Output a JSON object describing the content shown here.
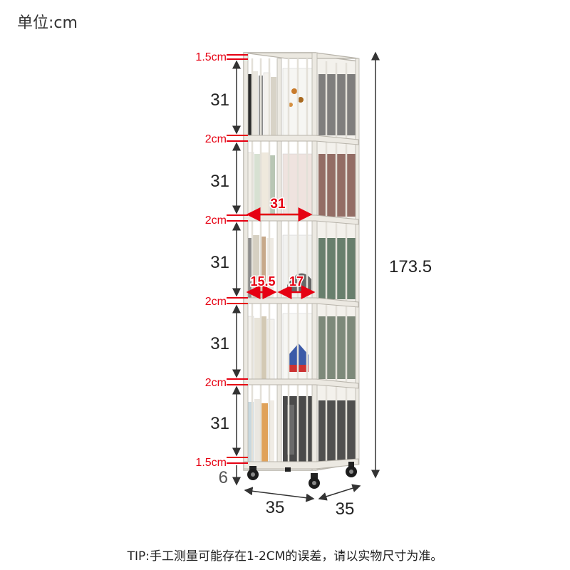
{
  "unit_label": "单位:cm",
  "tip": "TIP:手工测量可能存在1-2CM的误差，请以实物尺寸为准。",
  "shelf_heights": {
    "top_gap": "1.5cm",
    "tier_1": "31",
    "sep_1": "2cm",
    "tier_2": "31",
    "sep_2": "2cm",
    "tier_3": "31",
    "sep_3": "2cm",
    "tier_4": "31",
    "sep_4": "2cm",
    "tier_5": "31",
    "bottom_gap": "1.5cm",
    "wheels": "6"
  },
  "total_height": "173.5",
  "inner_width": "31",
  "compartment_left": "15.5",
  "compartment_right": "17",
  "base_width": "35",
  "base_depth": "35",
  "colors": {
    "accent_red": "#e60012",
    "frame": "#ebe8e0",
    "frame_edge": "#b7b3aa",
    "dim_line": "#333333"
  }
}
